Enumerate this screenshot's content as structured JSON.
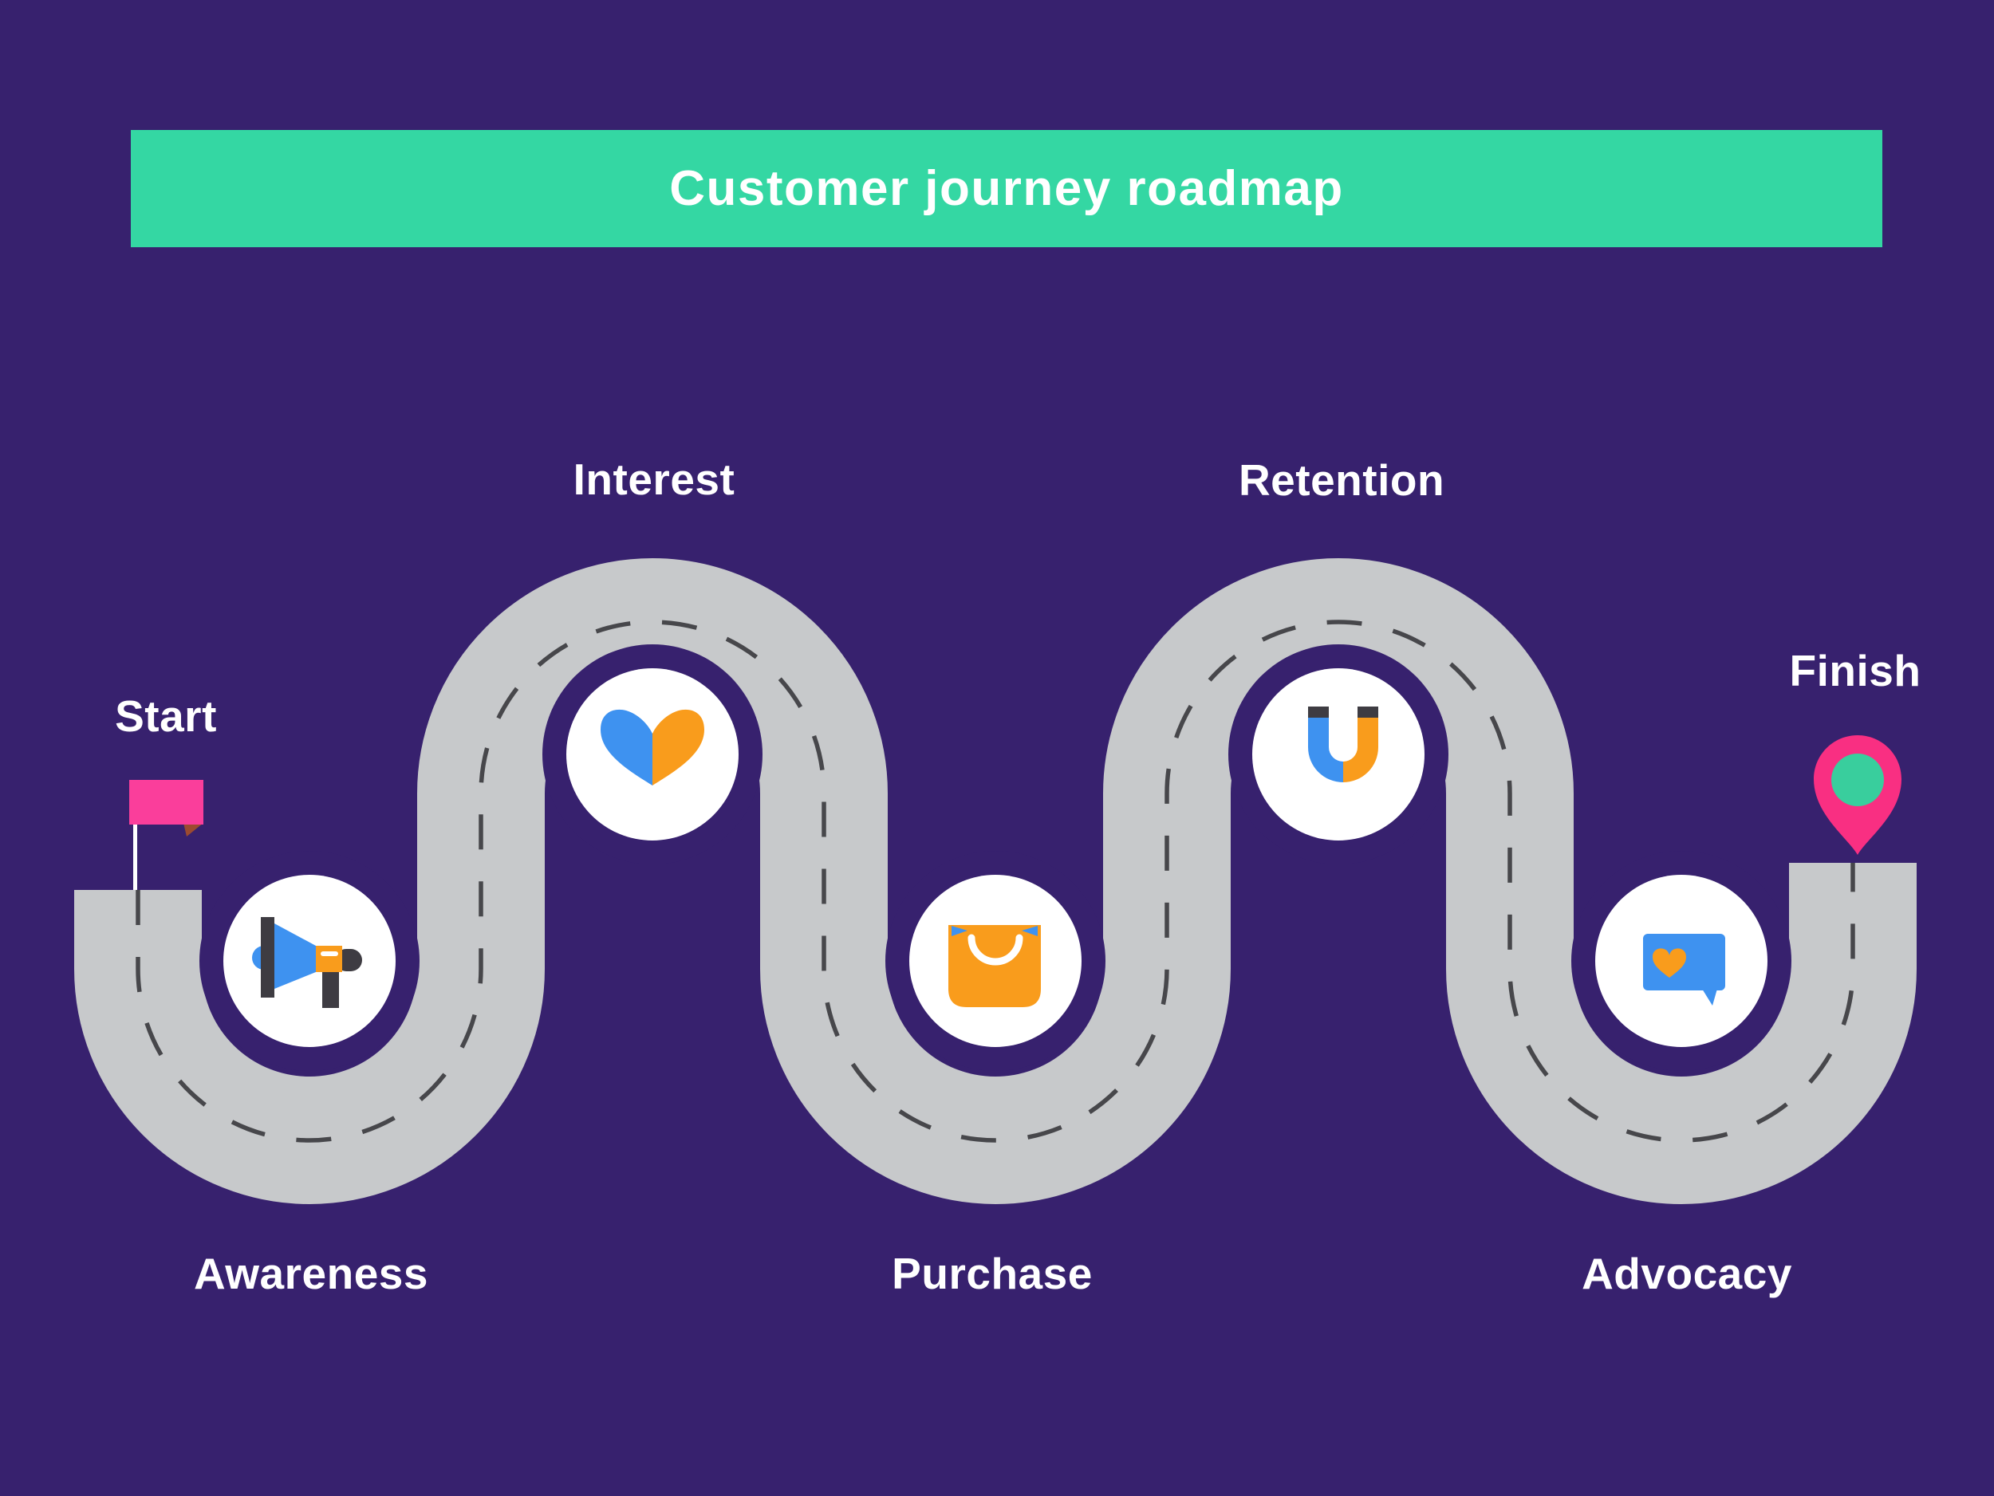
{
  "title": "Customer journey roadmap",
  "journey": {
    "start_label": "Start",
    "finish_label": "Finish",
    "stages": [
      {
        "label": "Awareness",
        "icon": "megaphone-icon",
        "side": "bottom"
      },
      {
        "label": "Interest",
        "icon": "split-heart-icon",
        "side": "top"
      },
      {
        "label": "Purchase",
        "icon": "shopping-bag-icon",
        "side": "bottom"
      },
      {
        "label": "Retention",
        "icon": "magnet-icon",
        "side": "top"
      },
      {
        "label": "Advocacy",
        "icon": "chat-heart-icon",
        "side": "bottom"
      }
    ]
  },
  "colors": {
    "bg": "#37216E",
    "banner_green": "#34D7A3",
    "road_gray": "#C7C9CB",
    "dash_gray": "#47474B",
    "icon_blue": "#3E92F0",
    "icon_orange": "#F99C1C",
    "flag_pink": "#FA3E9B",
    "flag_fold_brown": "#9B4A30",
    "pin_pink": "#F92F82",
    "pin_green": "#39CE9D",
    "icon_dark": "#3E3C42",
    "text_white": "#FFFFFF"
  }
}
